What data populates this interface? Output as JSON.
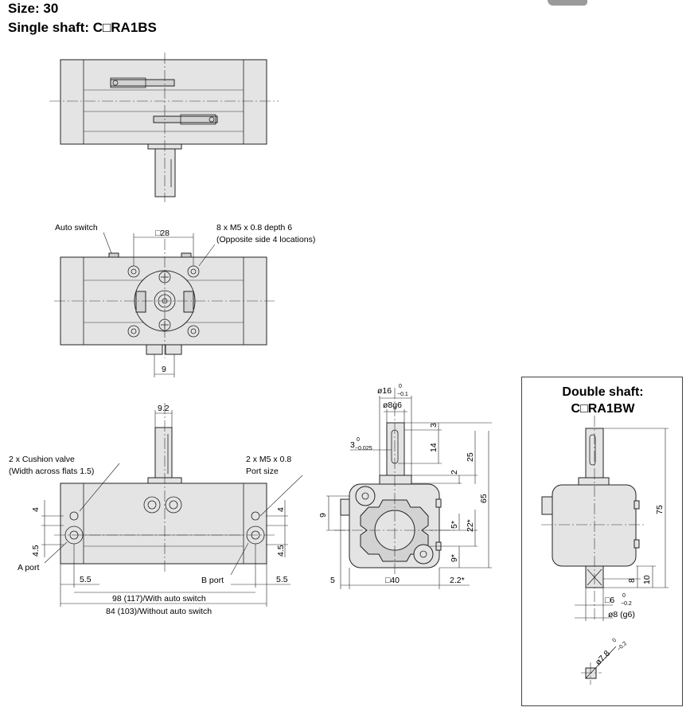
{
  "header": {
    "size": "Size: 30",
    "single": "Single shaft: C□RA1BS"
  },
  "labels": {
    "auto_switch": "Auto switch",
    "square28": "□28",
    "m5_depth": "8 x M5 x 0.8 depth 6",
    "opposite": "(Opposite side 4 locations)",
    "dim9_top": "9",
    "dim9_2": "9.2",
    "cushion": "2 x Cushion valve",
    "flats": "(Width across flats 1.5)",
    "m5_port": "2 x M5 x 0.8",
    "port_size": "Port size",
    "a_port": "A port",
    "b_port": "B port",
    "dim5_5_left": "5.5",
    "dim5_5_right": "5.5",
    "dim4_left": "4",
    "dim4_5_left": "4.5",
    "dim4_right": "4",
    "dim4_5_right": "4.5",
    "with_switch": "98 (117)/With auto switch",
    "without_switch": "84 (103)/Without auto switch",
    "d16_main": "ø16",
    "d16_tol": "0",
    "d16_tol2": "−0.1",
    "d8g6": "ø8g6",
    "d3_main": "3",
    "d3_tol": "0",
    "d3_tol2": "−0.025",
    "dim3": "3",
    "dim14": "14",
    "dim25": "25",
    "dim2": "2",
    "dim65": "65",
    "dim9_side": "9",
    "dim5s": "5*",
    "dim22s": "22*",
    "dim9s": "9*",
    "dim5_side": "5",
    "sq40": "□40",
    "dim2_2s": "2.2*"
  },
  "double": {
    "title1": "Double shaft:",
    "title2": "C□RA1BW",
    "dim75": "75",
    "dim8": "8",
    "dim10": "10",
    "sq6_main": "□6",
    "sq6_tol": "0",
    "sq6_tol2": "−0.2",
    "d8g6": "ø8 (g6)",
    "d78_main": "ø7.8",
    "d78_tol": "0",
    "d78_tol2": "−0.2"
  }
}
